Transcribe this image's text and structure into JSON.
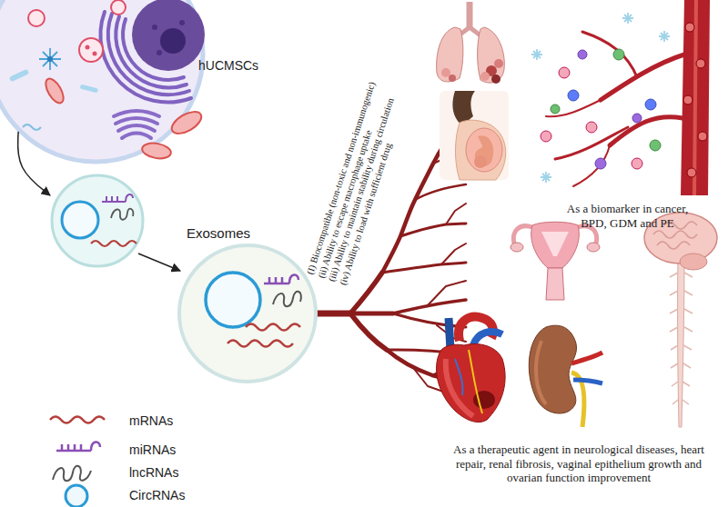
{
  "diagram": {
    "nodes": [
      {
        "text": [
          "hUCMSCs"
        ]
      },
      {
        "text": [
          "Exosomes"
        ]
      }
    ],
    "edges": [
      {
        "from": 0,
        "to": 1,
        "arrow": "to"
      }
    ],
    "labels": [
      "(I) Biocompatible (non-toxic and non-immunogenic)",
      "(ii) Ability to escape macrophage uptake",
      "(iii) Ability to maintain stability during circulation",
      "(iv) Ability to load with sufficient drug",
      "As a biomarker in cancer, BPD, GDM and PE",
      "As a therapeutic agent in neurological diseases, heart repair, renal fibrosis, vaginal epithelium growth and ovarian function improvement"
    ],
    "legend": [
      {
        "text": "mRNAs"
      },
      {
        "text": "miRNAs"
      },
      {
        "text": "lncRNAs"
      },
      {
        "text": "CircRNAs"
      }
    ]
  }
}
